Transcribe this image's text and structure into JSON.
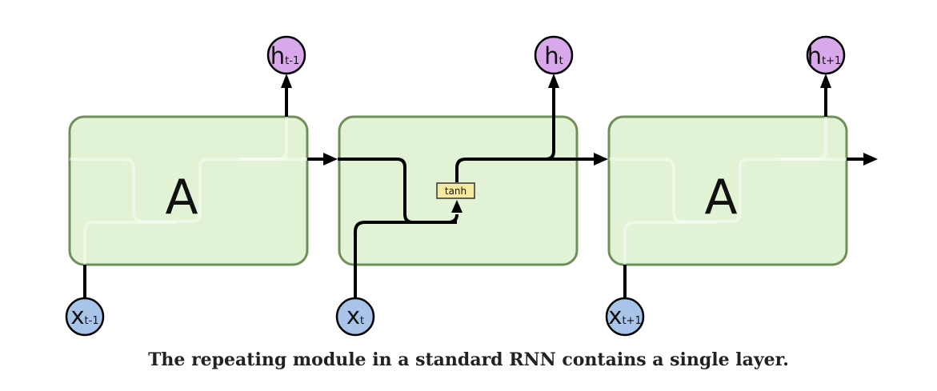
{
  "diagram": {
    "cells": [
      {
        "label": "A",
        "output": {
          "main": "h",
          "sub": "t-1"
        },
        "input": {
          "main": "x",
          "sub": "t-1"
        }
      },
      {
        "label": "",
        "layer": "tanh",
        "output": {
          "main": "h",
          "sub": "t"
        },
        "input": {
          "main": "x",
          "sub": "t"
        }
      },
      {
        "label": "A",
        "output": {
          "main": "h",
          "sub": "t+1"
        },
        "input": {
          "main": "x",
          "sub": "t+1"
        }
      }
    ],
    "colors": {
      "cell_fill": "#d8f0c8",
      "cell_border": "#6e8f5a",
      "output_node": "#d8a8ea",
      "input_node": "#a8c4e8",
      "layer_fill": "#f7e9a0"
    }
  },
  "caption": "The repeating module in a standard RNN contains a single layer."
}
